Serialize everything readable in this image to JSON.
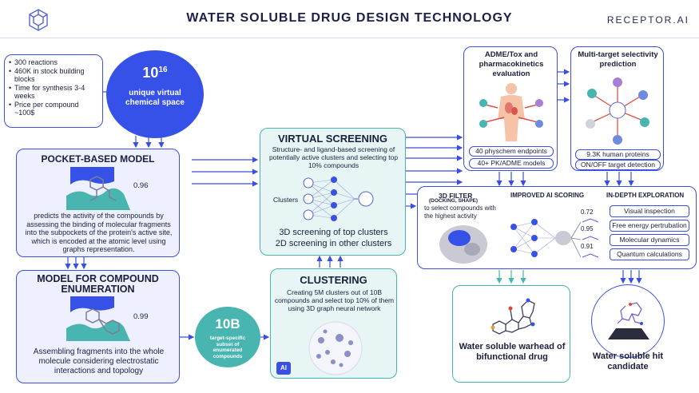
{
  "header": {
    "title": "WATER SOLUBLE DRUG DESIGN TECHNOLOGY",
    "brand": "RECEPTOR.AI"
  },
  "facts": [
    "300 reactions",
    "460K in stock building blocks",
    "Time for synthesis 3-4 weeks",
    "Price per compound ~100$"
  ],
  "virtual_space": {
    "base": "10",
    "exponent": "16",
    "label": "unique virtual chemical space"
  },
  "pocket_model": {
    "title": "POCKET-BASED MODEL",
    "score": "0.96",
    "description": "predicts the activity of the compounds by assessing the binding of molecular fragments into the subpockets of the protein's active site, which is encoded at the atomic level using graphs representation."
  },
  "enumeration_model": {
    "title": "MODEL FOR COMPOUND ENUMERATION",
    "score": "0.99",
    "description": "Assembling fragments into the whole molecule considering electrostatic interactions and topology"
  },
  "subset": {
    "value": "10B",
    "label": "target-specific subset of enumerated compounds"
  },
  "virtual_screening": {
    "title": "VIRTUAL SCREENING",
    "description": "Structure- and ligand-based screening of potentially active clusters and selecting top 10% compounds",
    "clusters_label": "Clusters",
    "line1": "3D screening of top clusters",
    "line2": "2D screening in other clusters"
  },
  "clustering": {
    "title": "CLUSTERING",
    "description": "Creating 5M clusters out of 10B compounds and select top 10% of them using 3D graph neural network",
    "badge": "AI"
  },
  "adme": {
    "title": "ADME/Tox and pharmacokinetics evaluation",
    "pill1": "40 physchem endpoints",
    "pill2": "40+ PK/ADME models"
  },
  "selectivity": {
    "title": "Multi-target selectivity prediction",
    "pill1": "9.3K human proteins",
    "pill2": "ON/OFF target detection"
  },
  "filter3d": {
    "title": "3D FILTER",
    "subtitle": "(DOCKING, SHAPE)",
    "description": "to select compounds with the highest activity"
  },
  "ai_scoring": {
    "title": "IMPROVED AI SCORING",
    "scores": [
      "0.72",
      "0.95",
      "0.91"
    ]
  },
  "exploration": {
    "title": "IN-DEPTH EXPLORATION",
    "items": [
      "Visual inspection",
      "Free energy pertrubation",
      "Molecular dynamics",
      "Quantum calculations"
    ]
  },
  "warhead": {
    "label": "Water soluble warhead of bifunctional drug"
  },
  "hit": {
    "label": "Water soluble hit candidate"
  },
  "colors": {
    "primary": "#3b4fe0",
    "teal": "#48b5b0",
    "circle": "#3651e8",
    "text": "#1b1f3b"
  }
}
